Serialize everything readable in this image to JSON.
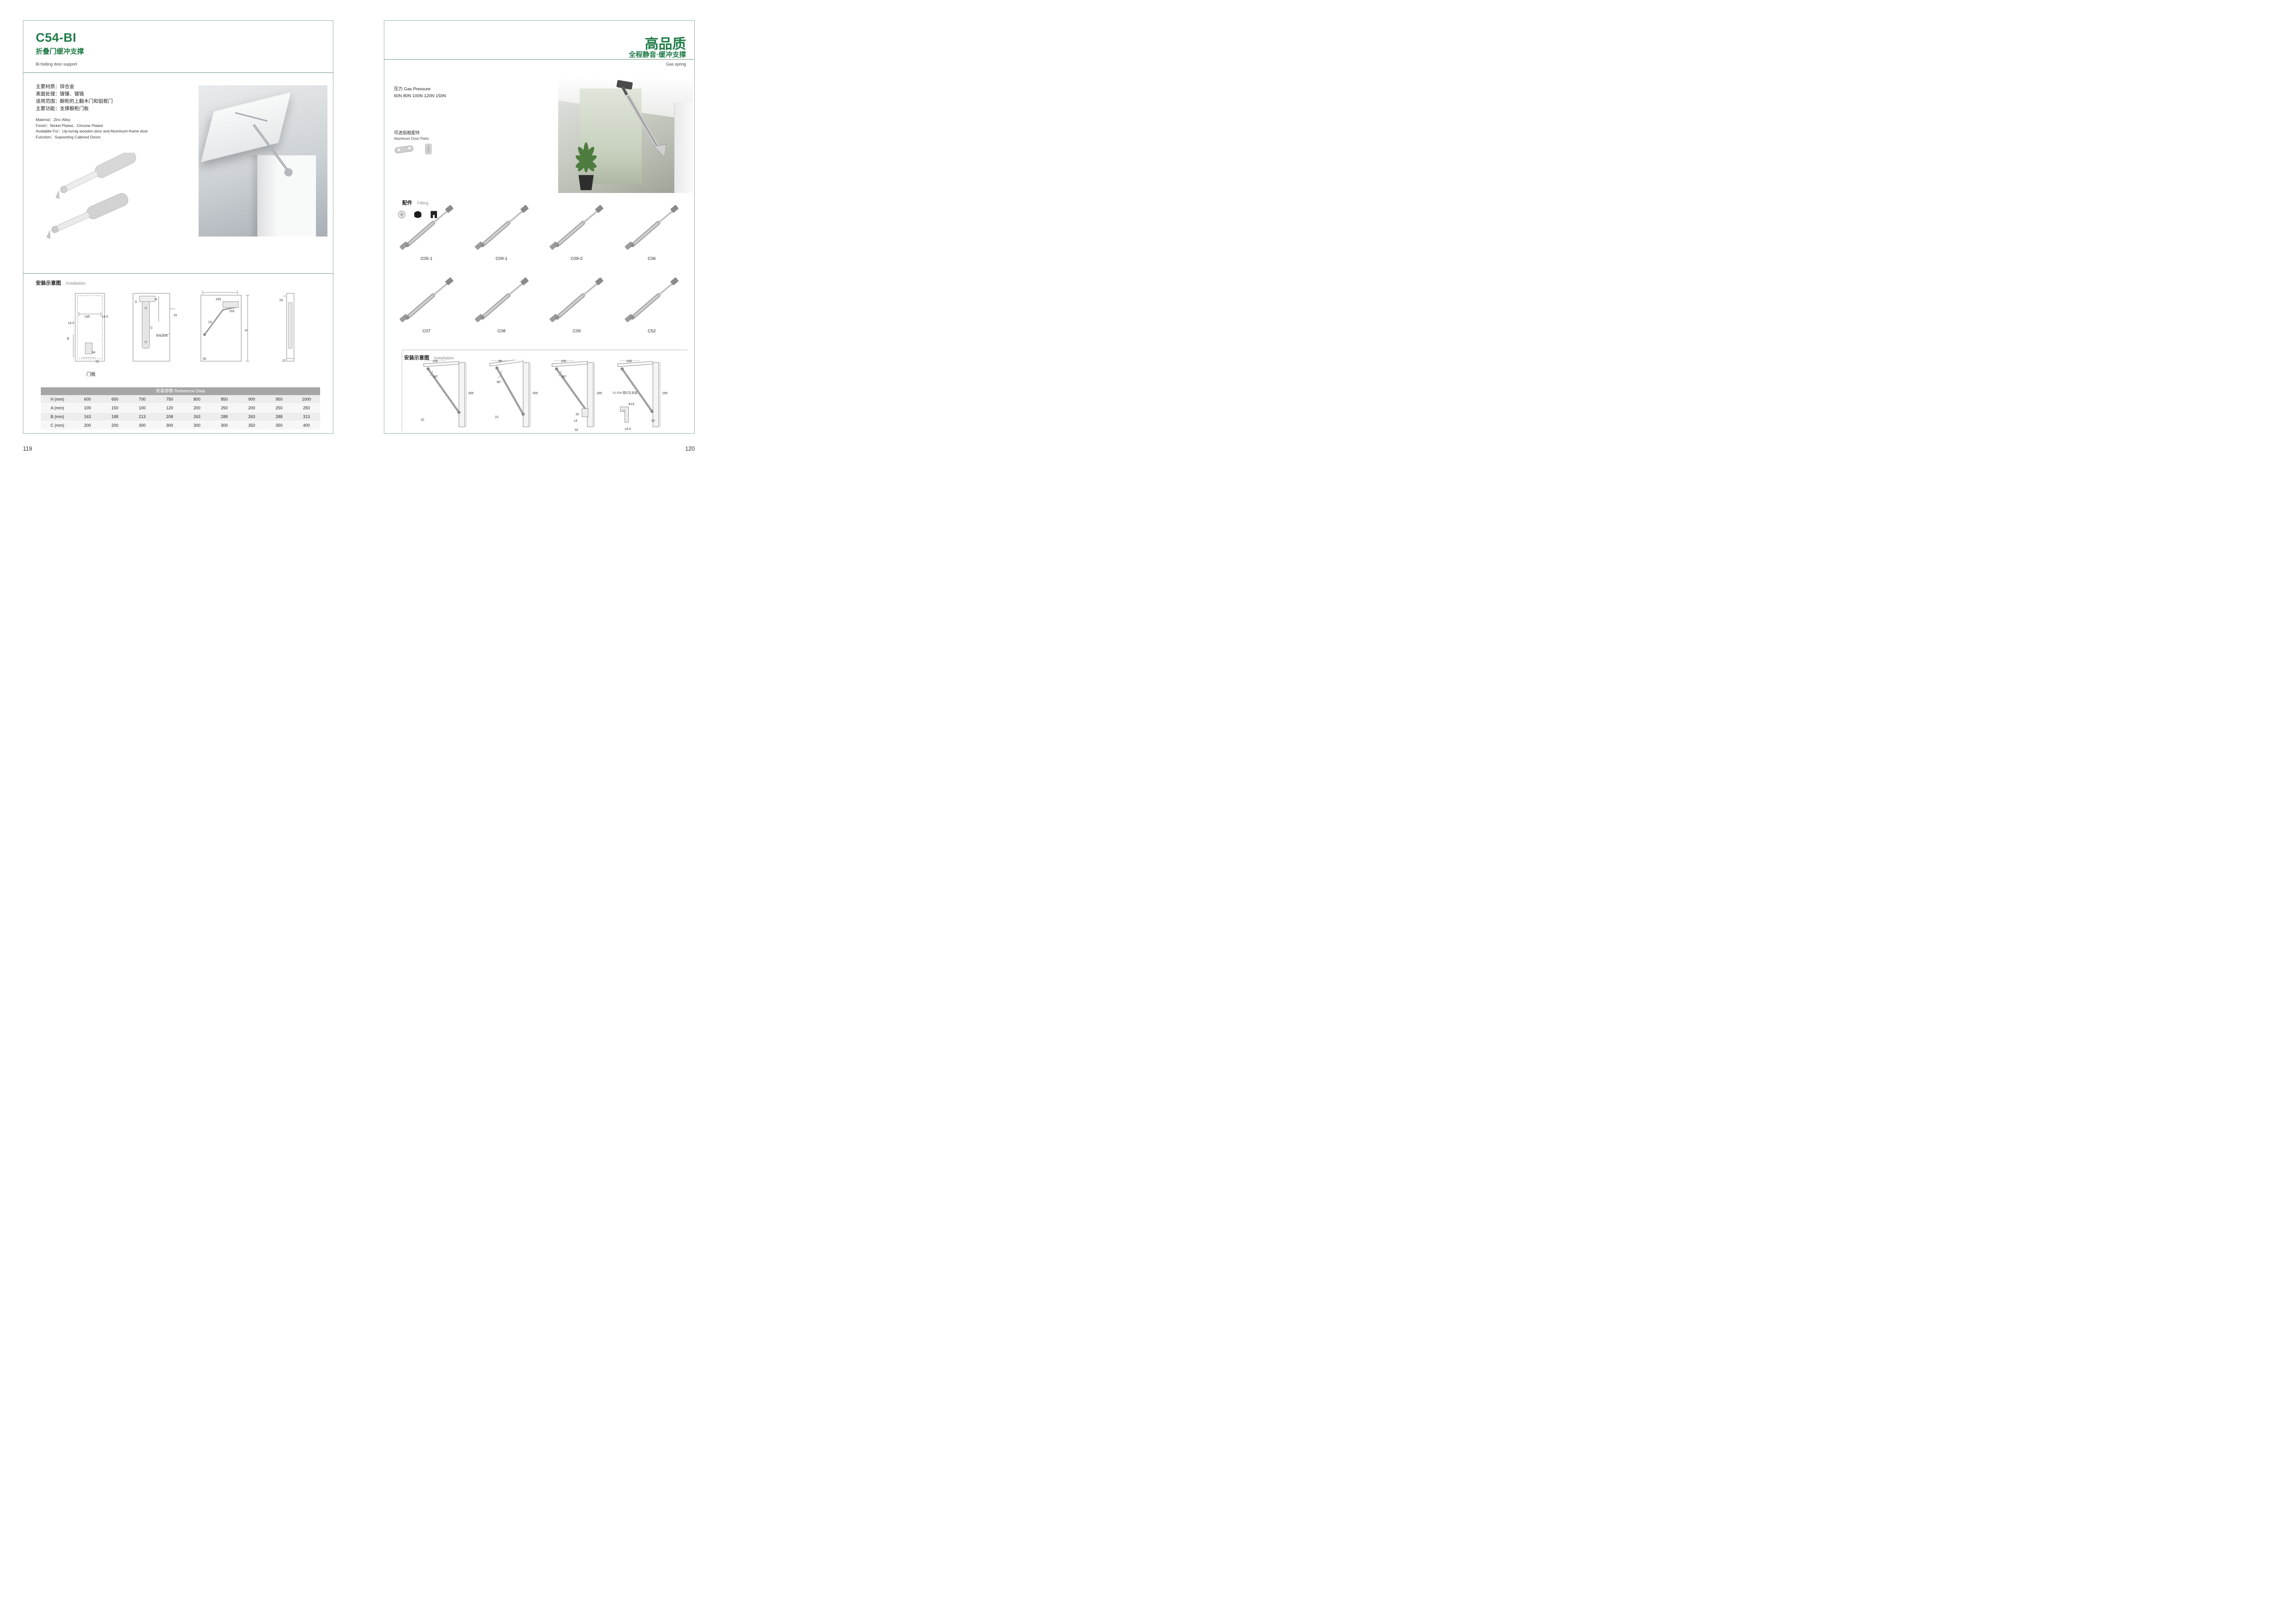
{
  "colors": {
    "accent": "#1e7b46",
    "box_border": "#93b2a2",
    "table_header_bg": "#a6a6a6"
  },
  "left_page": {
    "page_number": "119",
    "header": {
      "model": "C54-BI",
      "subtitle_cn": "折叠门缓冲支撑",
      "subtitle_en": "Bi folding door support"
    },
    "specs": {
      "cn_lines": [
        "主要材质：锌合金",
        "表面处理：镀镍、镀铬",
        "适用范围：橱柜的上翻木门和铝框门",
        "主要功能：支撑橱柜门板"
      ],
      "en_lines": [
        "Material：Zinc Alloy",
        "Finish：Nickel Plated、Chrome Plated",
        "Available For：Up-turnig wooden door and Aluminum-frame door",
        "Function：Supoorting Cabined Doors"
      ]
    },
    "installation": {
      "title_cn": "安装示意图",
      "title_en": "Installation"
    },
    "diagrams": {
      "door_label": "门板",
      "d1": {
        "a": "135",
        "b": "14.5",
        "c": "14.5",
        "d": "B",
        "e": "54",
        "f": "12"
      },
      "d2": {
        "a": "S",
        "b": "A",
        "c": "C",
        "d": "19",
        "e": "侧板厚度"
      },
      "d3": {
        "a": "193",
        "b": "102",
        "c": "23",
        "d": "50",
        "e": "H"
      },
      "d4": {
        "a": "24",
        "b": "12"
      }
    },
    "table": {
      "title": "安装参数 Reference Data",
      "rows": [
        {
          "label": "H (mm)",
          "values": [
            "600",
            "650",
            "700",
            "750",
            "800",
            "850",
            "900",
            "950",
            "1000"
          ]
        },
        {
          "label": "A (mm)",
          "values": [
            "100",
            "150",
            "100",
            "120",
            "200",
            "250",
            "200",
            "250",
            "250"
          ]
        },
        {
          "label": "B (mm)",
          "values": [
            "163",
            "188",
            "213",
            "208",
            "263",
            "288",
            "263",
            "288",
            "313"
          ]
        },
        {
          "label": "C (mm)",
          "values": [
            "200",
            "200",
            "300",
            "300",
            "300",
            "300",
            "350",
            "350",
            "400"
          ]
        }
      ]
    }
  },
  "right_page": {
    "page_number": "120",
    "header": {
      "title_cn": "高品质",
      "subtitle_cn": "全程静音·缓冲支撑",
      "subtitle_en": "Gas spring"
    },
    "pressure": {
      "label": "压力 Gas Pressure",
      "values": "60N 80N 100N 120N 150N"
    },
    "aluminum_parts": {
      "label_cn": "可选铝框配件",
      "label_en": "Aluminum Door Parts"
    },
    "fitting": {
      "label_cn": "配件",
      "label_en": "Fitting"
    },
    "products": [
      "C05-1",
      "C09-1",
      "C09-2",
      "C06",
      "C07",
      "C08",
      "C09",
      "C52"
    ],
    "installation": {
      "title_cn": "安装示意图",
      "title_en": "Installation"
    },
    "diagrams": {
      "d1": {
        "a": "100",
        "b": "80°",
        "c": "265",
        "d": "10"
      },
      "d2": {
        "a": "90",
        "b": "90°",
        "c": "265",
        "d": "10"
      },
      "d3": {
        "a": "100",
        "b": "80°",
        "c": "265",
        "d": "32",
        "e": "14",
        "f": "32"
      },
      "d4": {
        "a": "100",
        "b": "265",
        "c": "01.004 需打孔安装",
        "d": "Φ15",
        "e": "14.5",
        "f": "10"
      }
    }
  }
}
